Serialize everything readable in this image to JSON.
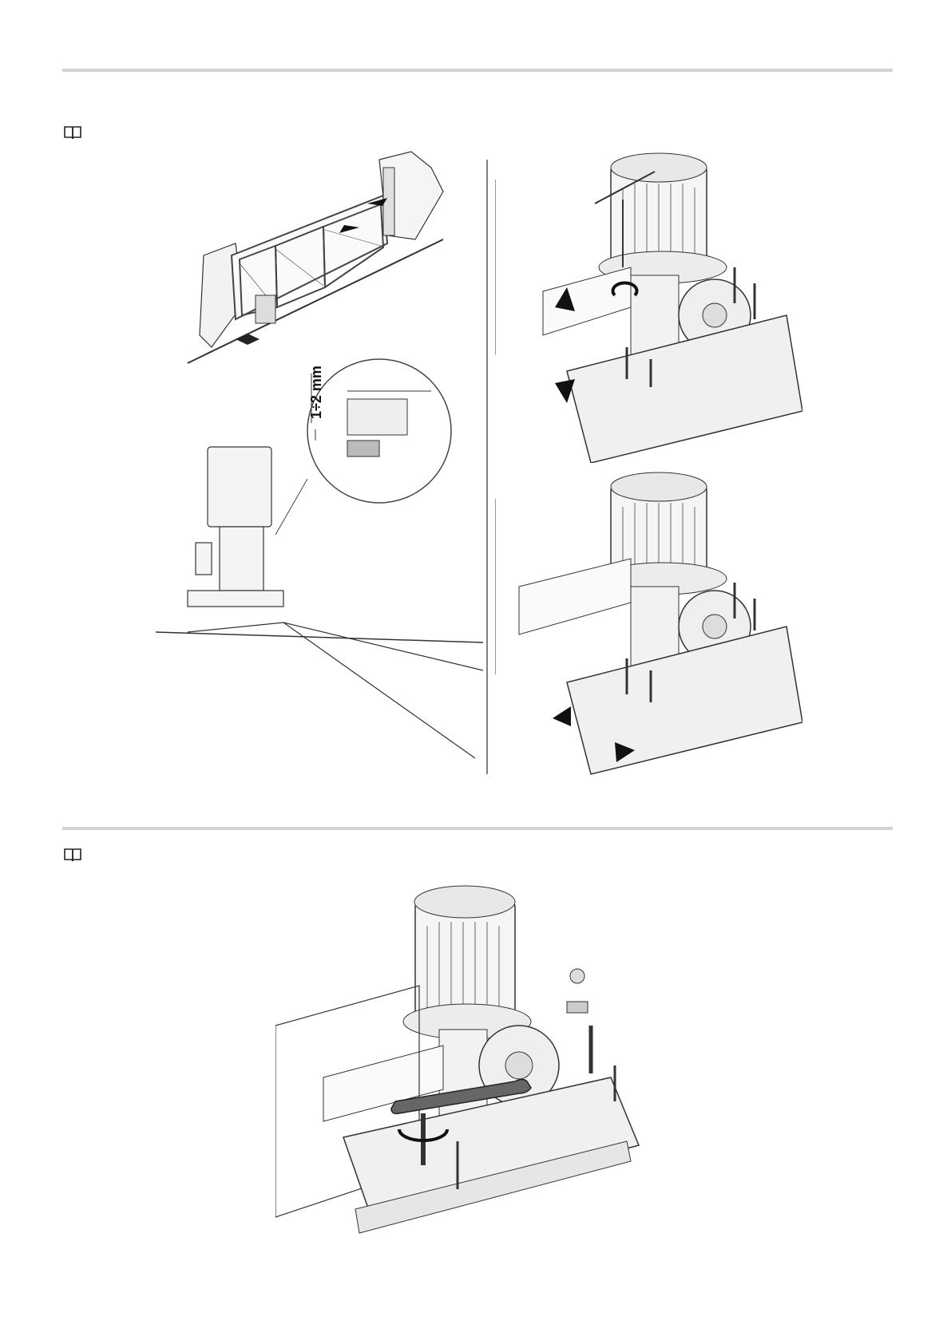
{
  "page": {
    "background": "#ffffff",
    "rule_color": "#d2d2d2"
  },
  "section_1": {
    "icon": "book-icon",
    "figures": {
      "overview": "gate-and-motor-overview",
      "detail_label": "1÷2 mm",
      "raise_detail": "motor-height-adjustment",
      "slide_detail": "motor-slide-adjustment"
    }
  },
  "section_2": {
    "icon": "book-icon",
    "figures": {
      "fixing_detail": "motor-fixing-with-wrench"
    }
  }
}
